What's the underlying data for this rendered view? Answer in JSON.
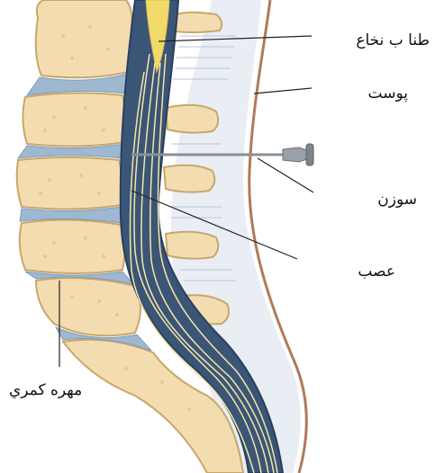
{
  "labels": {
    "spinal_cord": "طنا ب نخاع",
    "skin": "پوست",
    "needle": "سوزن",
    "nerve": "عصب",
    "lumbar_vertebra": "مهره كمري"
  },
  "colors": {
    "background": "#ffffff",
    "bone_fill": "#f3ddb0",
    "bone_texture": "#d8bd8a",
    "bone_outline": "#c9a66b",
    "disc": "#9db8d0",
    "dura": "#3b5577",
    "nerve_fibers": "#f4e6a6",
    "cord_yellow": "#f2da6a",
    "skin_line": "#b07a5a",
    "soft_tissue": "#e9eef4",
    "needle": "#8a8f96",
    "leader_line": "#222222"
  }
}
